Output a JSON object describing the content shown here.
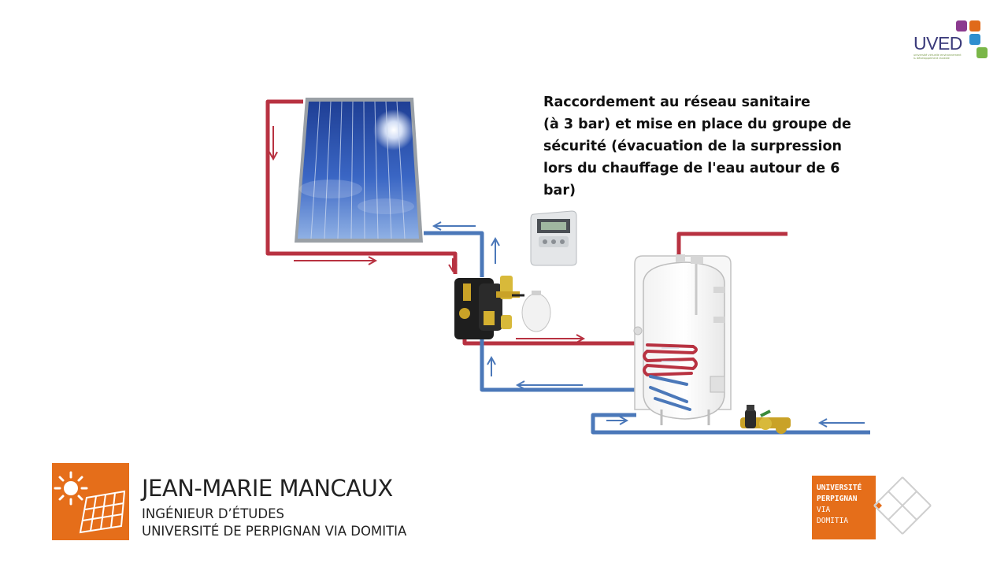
{
  "caption": {
    "lines": [
      "Raccordement au réseau sanitaire",
      "(à 3 bar) et mise en place du groupe de",
      "sécurité (évacuation de la surpression",
      "lors du chauffage de l'eau autour de 6",
      "bar)"
    ]
  },
  "uved": {
    "brand": "UVED",
    "tagline": [
      "université virtuelle environnement",
      "& développement durable"
    ],
    "square_colors": [
      "#8b3a8f",
      "#e06a1a",
      "#2f8fcf",
      "#7ab648"
    ]
  },
  "author": {
    "name": "JEAN-MARIE MANCAUX",
    "role": "INGÉNIEUR D’ÉTUDES",
    "institution": "UNIVERSITÉ DE PERPIGNAN VIA DOMITIA",
    "logo_color": "#e56e1a"
  },
  "upvd": {
    "lines": [
      "UNIVERSITÉ",
      "PERPIGNAN",
      "VIA",
      "DOMITIA"
    ],
    "box_color": "#e56e1a"
  },
  "colors": {
    "hot_pipe": "#b83241",
    "cold_pipe": "#4b78b9",
    "panel_frame": "#9aa0a6"
  },
  "icons": [
    "solar-panel-icon",
    "controller-icon",
    "pump-station-icon",
    "expansion-vessel-icon",
    "hot-water-tank-icon",
    "safety-group-icon"
  ]
}
